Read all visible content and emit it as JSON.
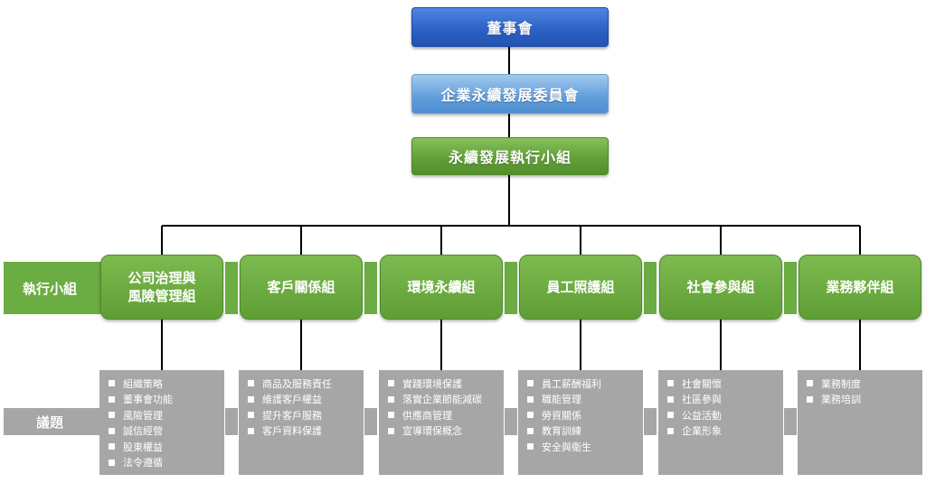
{
  "levels": {
    "board": "董事會",
    "committee": "企業永續發展委員會",
    "exec_team": "永續發展執行小組"
  },
  "band_labels": {
    "exec_groups": "執行小組",
    "issues": "議題"
  },
  "groups": [
    {
      "name_line1": "公司治理與",
      "name_line2": "風險管理組",
      "issues": [
        "組織策略",
        "董事會功能",
        "風險管理",
        "誠信經營",
        "股東權益",
        "法令遵循"
      ]
    },
    {
      "name_line1": "客戶關係組",
      "name_line2": "",
      "issues": [
        "商品及服務責任",
        "維護客戶權益",
        "提升客戶服務",
        "客戶資料保護"
      ]
    },
    {
      "name_line1": "環境永續組",
      "name_line2": "",
      "issues": [
        "實踐環境保護",
        "落實企業節能減碳",
        "供應商管理",
        "宣導環保概念"
      ]
    },
    {
      "name_line1": "員工照護組",
      "name_line2": "",
      "issues": [
        "員工薪酬福利",
        "職能管理",
        "勞資關係",
        "教育訓練",
        "安全與衛生"
      ]
    },
    {
      "name_line1": "社會參與組",
      "name_line2": "",
      "issues": [
        "社會關懷",
        "社區參與",
        "公益活動",
        "企業形象"
      ]
    },
    {
      "name_line1": "業務夥伴組",
      "name_line2": "",
      "issues": [
        "業務制度",
        "業務培訓"
      ]
    }
  ]
}
